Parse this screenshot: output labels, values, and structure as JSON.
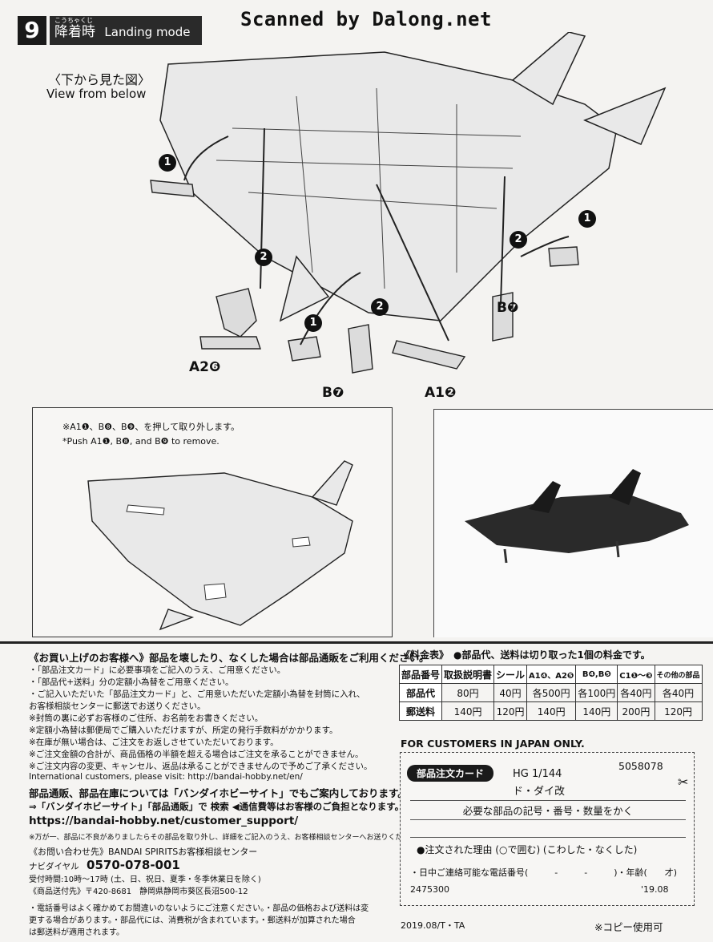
{
  "header": {
    "step_number": "9",
    "title_ruby": "こうちゃくじ",
    "title_jp": "降着時",
    "title_en": "Landing mode",
    "scan_credit": "Scanned by Dalong.net"
  },
  "view": {
    "label_jp": "〈下から見た図〉",
    "label_en": "View from below"
  },
  "callouts": {
    "a2_6": "A2❻",
    "b7_left": "B❼",
    "b7_right": "B❼",
    "a1_2": "A1❷",
    "marker_1": "1",
    "marker_2": "2"
  },
  "sub_note": {
    "jp": "※A1❶、B❽、B❾、を押して取り外します。",
    "en": "*Push A1❶, B❽, and B❾ to remove."
  },
  "notice": {
    "heading": "《お買い上げのお客様へ》部品を壊したり、なくした場合は部品通販をご利用ください。",
    "lines": [
      "・「部品注文カード」に必要事項をご記入のうえ、ご用意ください。",
      "・「部品代+送料」分の定額小為替をご用意ください。",
      "・ご記入いただいた「部品注文カード」と、ご用意いただいた定額小為替を封筒に入れ、",
      "  お客様相談センターに郵送でお送りください。",
      "※封筒の裏に必ずお客様のご住所、お名前をお書きください。",
      "※定額小為替は郵便局でご購入いただけますが、所定の発行手数料がかかります。",
      "※在庫が無い場合は、ご注文をお返しさせていただいております。",
      "※ご注文金額の合計が、商品価格の半額を超える場合はご注文を承ることができません。",
      "※ご注文内容の変更、キャンセル、返品は承ることができませんので予めご了承ください。",
      "International customers, please visit: http://bandai-hobby.net/en/"
    ],
    "hobby_site": "部品通販、部品在庫については「バンダイホビーサイト」でもご案内しております。",
    "search_line": "⇒「バンダイホビーサイト」「部品通販」で 検索 ◀通信費等はお客様のご負担となります。",
    "url": "https://bandai-hobby.net/customer_support/",
    "small_note": "※万が一、部品に不良がありましたらその部品を取り外し、詳細をご記入のうえ、お客様相談センターへお送りください。",
    "contact_title": "《お問い合わせ先》BANDAI SPIRITSお客様相談センター",
    "navi_label": "ナビダイヤル",
    "navi_number": "0570-078-001",
    "hours": "受付時間:10時〜17時 (土、日、祝日、夏季・冬季休業日を除く)",
    "address": "《商品送付先》〒420-8681　静岡県静岡市葵区長沼500-12",
    "fine_1": "・電話番号はよく確かめてお間違いのないようにご注意ください。・部品の価格および送料は変",
    "fine_2": "更する場合があります。・部品代には、消費税が含まれています。・郵送料が加算された場合",
    "fine_3": "は郵送料が適用されます。"
  },
  "price": {
    "title": "《料金表》　●部品代、送料は切り取った1個の料金です。",
    "headers": [
      "部品番号",
      "取扱説明書",
      "シール",
      "A1❹、A2❺",
      "B❹,B❺",
      "C1❶〜❸",
      "その他の部品"
    ],
    "rows": [
      {
        "label": "部品代",
        "values": [
          "80円",
          "40円",
          "各500円",
          "各100円",
          "各40円",
          "各40円"
        ]
      },
      {
        "label": "郵送料",
        "values": [
          "140円",
          "120円",
          "140円",
          "140円",
          "200円",
          "120円"
        ]
      }
    ]
  },
  "card": {
    "customers_note": "FOR CUSTOMERS IN JAPAN ONLY.",
    "tag": "部品注文カード",
    "product_code": "5058078",
    "kit_scale": "HG 1/144",
    "kit_name": "ド・ダイ改",
    "instruction": "必要な部品の記号・番号・数量をかく",
    "reason": "●注文された理由 (○で囲む) (こわした・なくした)",
    "phone": "・日中ご連絡可能な電話番号(　　　-　　　-　　　)・年齢(　　才)",
    "number": "2475300",
    "date": "'19.08"
  },
  "footer": {
    "print_code": "2019.08/T・TA",
    "copy_ok": "※コピー使用可"
  }
}
